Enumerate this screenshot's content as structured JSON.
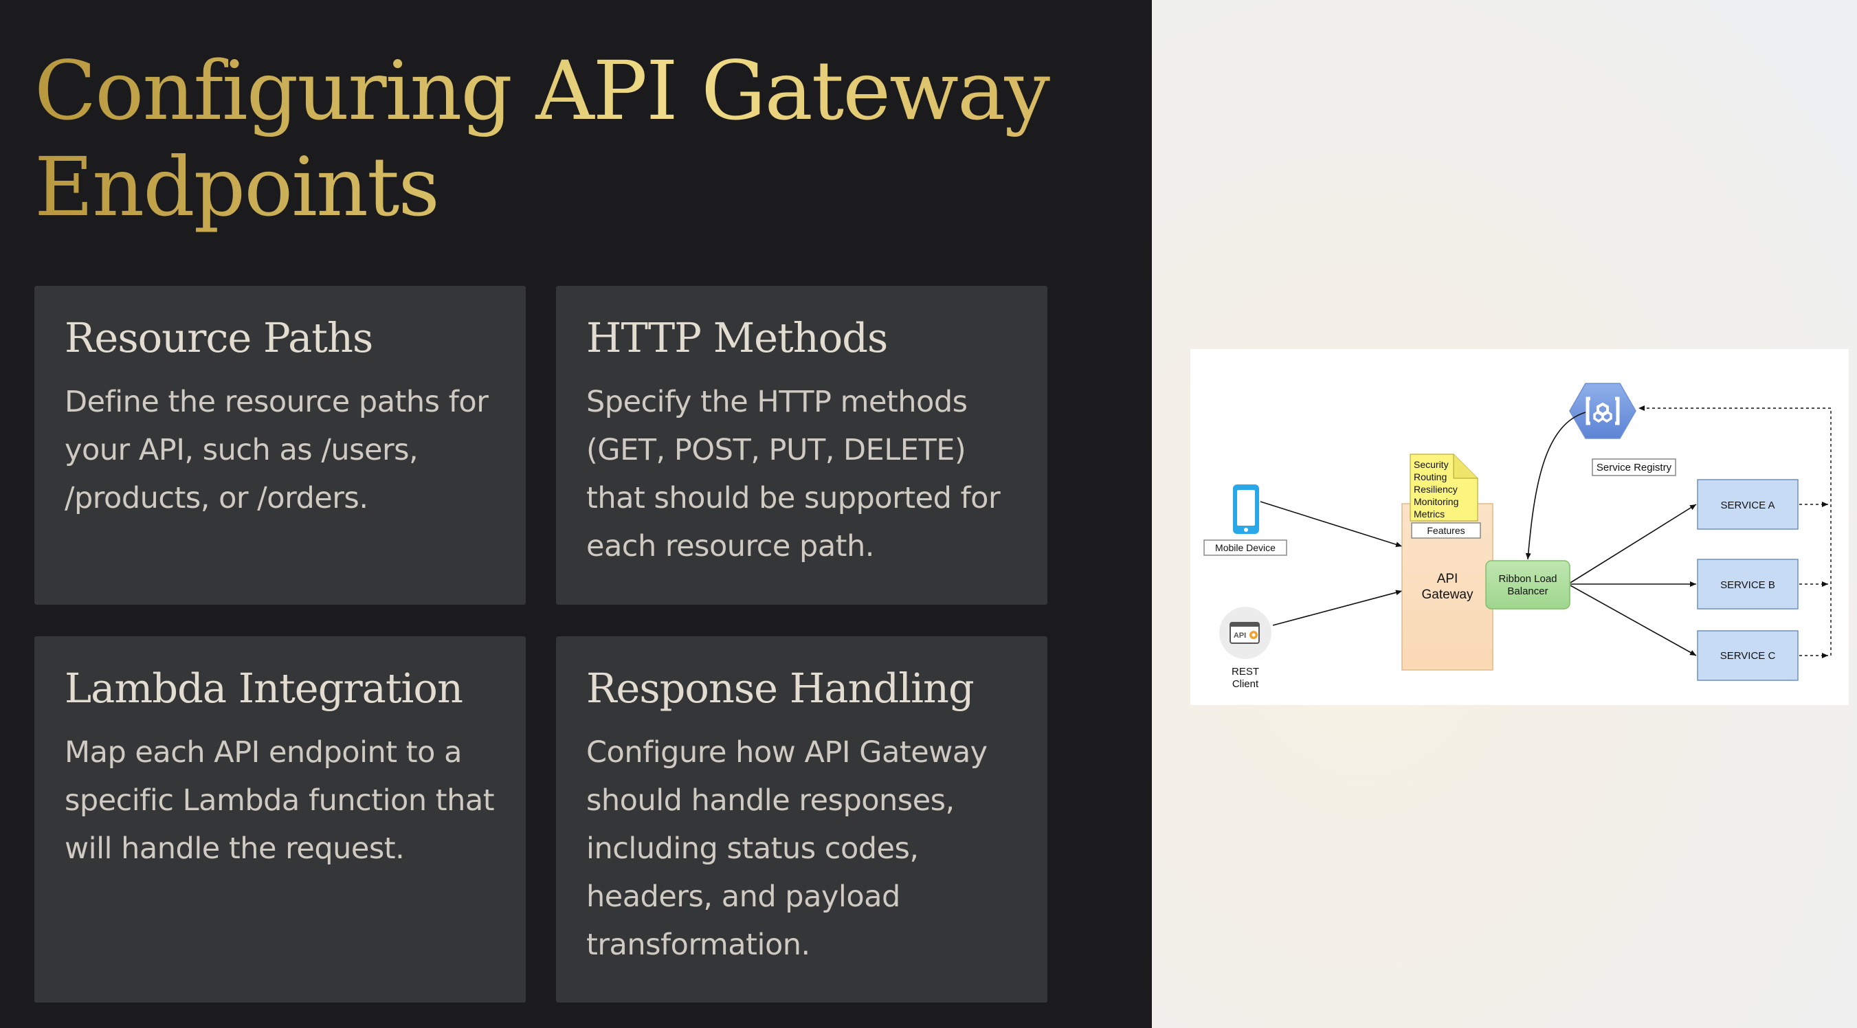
{
  "slide": {
    "title": "Configuring API Gateway Endpoints"
  },
  "cards": [
    {
      "heading": "Resource Paths",
      "body": "Define the resource paths for your API, such as /users, /products, or /orders."
    },
    {
      "heading": "HTTP Methods",
      "body": "Specify the HTTP methods (GET, POST, PUT, DELETE) that should be supported for each resource path."
    },
    {
      "heading": "Lambda Integration",
      "body": "Map each API endpoint to a specific Lambda function that will handle the request."
    },
    {
      "heading": "Response Handling",
      "body": "Configure how API Gateway should handle responses, including status codes, headers, and payload transformation."
    }
  ],
  "diagram": {
    "mobile_label": "Mobile Device",
    "rest_label_1": "REST",
    "rest_label_2": "Client",
    "api_badge": "API",
    "features_note": [
      "Security",
      "Routing",
      "Resiliency",
      "Monitoring",
      "Metrics"
    ],
    "features_label": "Features",
    "gateway_line1": "API",
    "gateway_line2": "Gateway",
    "lb_line1": "Ribbon Load",
    "lb_line2": "Balancer",
    "registry_label": "Service Registry",
    "service_a": "SERVICE A",
    "service_b": "SERVICE B",
    "service_c": "SERVICE C"
  }
}
